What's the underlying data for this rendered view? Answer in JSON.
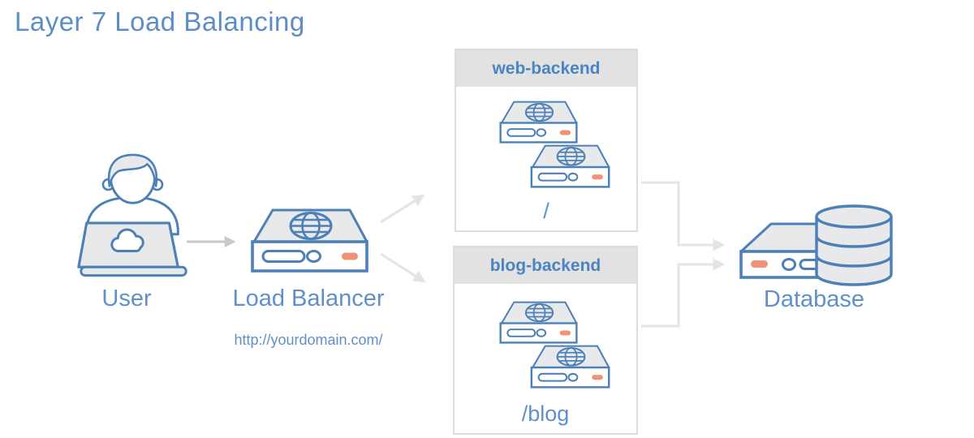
{
  "title": "Layer 7 Load Balancing",
  "theme": {
    "title_color": "#5b8ec9",
    "label_color": "#6090ca",
    "icon_stroke": "#4c80b6",
    "icon_fill": "#e8e9eb",
    "accent_orange": "#ee9377",
    "card_border": "#dcdcdc",
    "card_header_bg": "#e2e2e3",
    "card_header_text": "#4a85c3",
    "arrow_dark": "#c9c9c9",
    "arrow_light": "#e4e4e4",
    "background": "#ffffff"
  },
  "nodes": {
    "user": {
      "label": "User",
      "icon": "user-at-laptop-icon"
    },
    "load_balancer": {
      "label": "Load Balancer",
      "url": "http://yourdomain.com/",
      "icon": "server-globe-icon"
    },
    "database": {
      "label": "Database",
      "icon": "server-database-icon"
    }
  },
  "backends": [
    {
      "name": "web-backend",
      "route": "/",
      "servers": 2
    },
    {
      "name": "blog-backend",
      "route": "/blog",
      "servers": 2
    }
  ],
  "connections": [
    {
      "from": "user",
      "to": "load_balancer"
    },
    {
      "from": "load_balancer",
      "to": "web-backend"
    },
    {
      "from": "load_balancer",
      "to": "blog-backend"
    },
    {
      "from": "web-backend",
      "to": "database"
    },
    {
      "from": "blog-backend",
      "to": "database"
    }
  ]
}
